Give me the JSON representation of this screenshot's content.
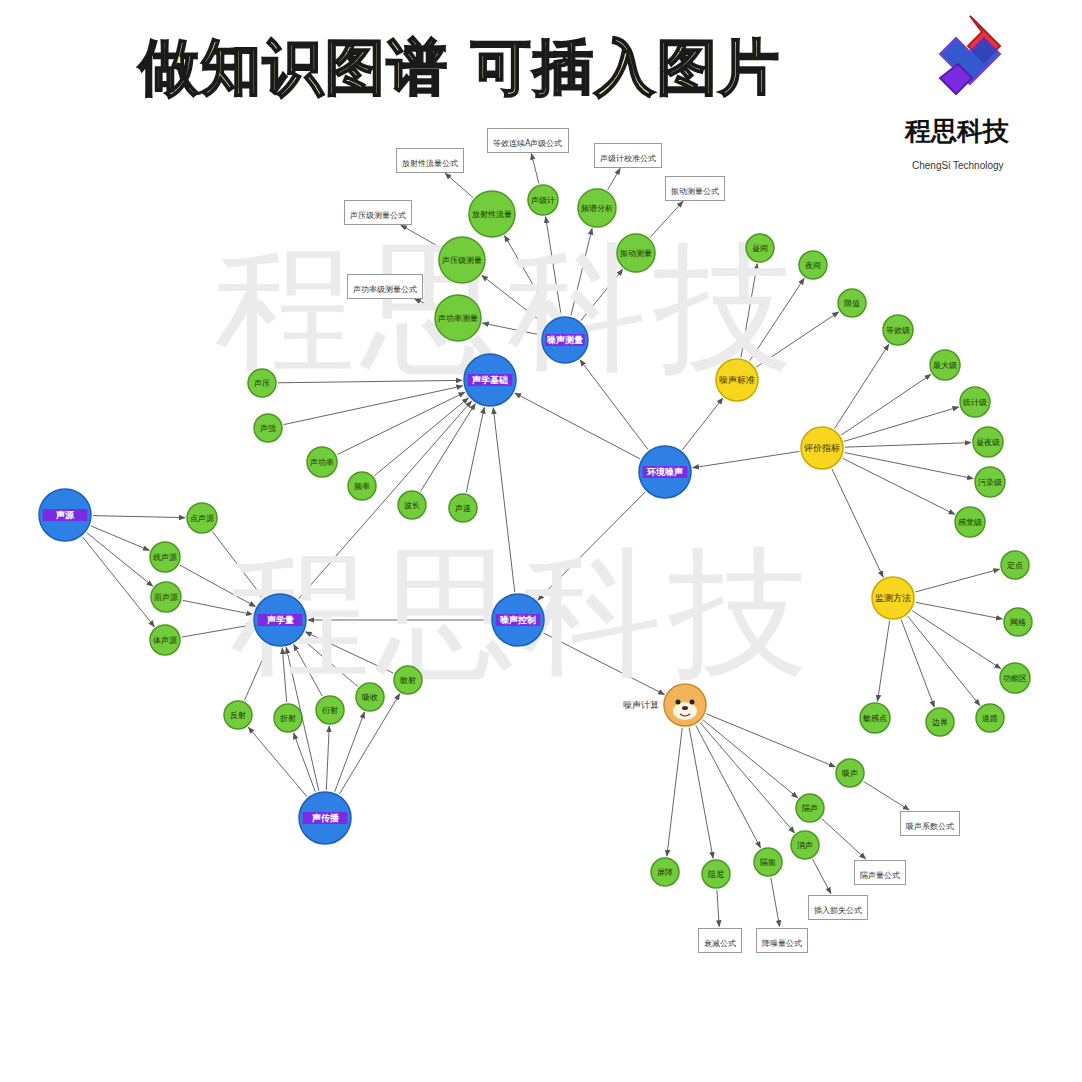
{
  "diagram": {
    "title": "做知识图谱 可插入图片",
    "nodes": [
      {
        "text": [
          "声学基础"
        ]
      },
      {
        "text": [
          "噪声测量"
        ]
      },
      {
        "text": [
          "环境噪声"
        ]
      },
      {
        "text": [
          "噪声控制"
        ]
      },
      {
        "text": [
          "声学量"
        ]
      },
      {
        "text": [
          "声源"
        ]
      },
      {
        "text": [
          "声传播"
        ]
      },
      {
        "text": [
          "噪声标准"
        ]
      },
      {
        "text": [
          "评价指标"
        ]
      },
      {
        "text": [
          "监测方法"
        ]
      },
      {
        "text": [
          "噪声计算"
        ]
      },
      {
        "text": [
          "声功率测量"
        ]
      },
      {
        "text": [
          "声压级测量"
        ]
      },
      {
        "text": [
          "放射性流量"
        ]
      },
      {
        "text": [
          "声级计"
        ]
      },
      {
        "text": [
          "频谱分析"
        ]
      },
      {
        "text": [
          "振动测量"
        ]
      },
      {
        "text": [
          "声功率级测量公式"
        ]
      },
      {
        "text": [
          "声压级测量公式"
        ]
      },
      {
        "text": [
          "放射性流量公式"
        ]
      },
      {
        "text": [
          "等效连续A声级公式"
        ]
      },
      {
        "text": [
          "声级计校准公式"
        ]
      },
      {
        "text": [
          "振动测量公式"
        ]
      },
      {
        "text": [
          "昼间"
        ]
      },
      {
        "text": [
          "夜间"
        ]
      },
      {
        "text": [
          "限值"
        ]
      },
      {
        "text": [
          "等效级"
        ]
      },
      {
        "text": [
          "最大级"
        ]
      },
      {
        "text": [
          "统计级"
        ]
      },
      {
        "text": [
          "昼夜级"
        ]
      },
      {
        "text": [
          "污染级"
        ]
      },
      {
        "text": [
          "感觉级"
        ]
      },
      {
        "text": [
          "定点"
        ]
      },
      {
        "text": [
          "网格"
        ]
      },
      {
        "text": [
          "功能区"
        ]
      },
      {
        "text": [
          "道路"
        ]
      },
      {
        "text": [
          "边界"
        ]
      },
      {
        "text": [
          "敏感点"
        ]
      },
      {
        "text": [
          "声压"
        ]
      },
      {
        "text": [
          "声强"
        ]
      },
      {
        "text": [
          "声功率"
        ]
      },
      {
        "text": [
          "频率"
        ]
      },
      {
        "text": [
          "波长"
        ]
      },
      {
        "text": [
          "声速"
        ]
      },
      {
        "text": [
          "点声源"
        ]
      },
      {
        "text": [
          "线声源"
        ]
      },
      {
        "text": [
          "面声源"
        ]
      },
      {
        "text": [
          "体声源"
        ]
      },
      {
        "text": [
          "反射"
        ]
      },
      {
        "text": [
          "折射"
        ]
      },
      {
        "text": [
          "衍射"
        ]
      },
      {
        "text": [
          "吸收"
        ]
      },
      {
        "text": [
          "散射"
        ]
      },
      {
        "text": [
          "吸声"
        ]
      },
      {
        "text": [
          "隔声"
        ]
      },
      {
        "text": [
          "消声"
        ]
      },
      {
        "text": [
          "隔振"
        ]
      },
      {
        "text": [
          "阻尼"
        ]
      },
      {
        "text": [
          "屏障"
        ]
      },
      {
        "text": [
          "吸声系数公式"
        ]
      },
      {
        "text": [
          "隔声量公式"
        ]
      },
      {
        "text": [
          "插入损失公式"
        ]
      },
      {
        "text": [
          "降噪量公式"
        ]
      },
      {
        "text": [
          "衰减公式"
        ]
      }
    ],
    "edges": [
      {
        "from": 1,
        "to": 11,
        "arrow": "to"
      },
      {
        "from": 1,
        "to": 12,
        "arrow": "to"
      },
      {
        "from": 1,
        "to": 13,
        "arrow": "to"
      },
      {
        "from": 1,
        "to": 14,
        "arrow": "to"
      },
      {
        "from": 1,
        "to": 15,
        "arrow": "to"
      },
      {
        "from": 1,
        "to": 16,
        "arrow": "to"
      },
      {
        "from": 11,
        "to": 17,
        "arrow": "to"
      },
      {
        "from": 12,
        "to": 18,
        "arrow": "to"
      },
      {
        "from": 13,
        "to": 19,
        "arrow": "to"
      },
      {
        "from": 14,
        "to": 20,
        "arrow": "to"
      },
      {
        "from": 15,
        "to": 21,
        "arrow": "to"
      },
      {
        "from": 16,
        "to": 22,
        "arrow": "to"
      },
      {
        "from": 2,
        "to": 1,
        "arrow": "to"
      },
      {
        "from": 2,
        "to": 0,
        "arrow": "to"
      },
      {
        "from": 2,
        "to": 7,
        "arrow": "to"
      },
      {
        "from": 8,
        "to": 2,
        "arrow": "to"
      },
      {
        "from": 8,
        "to": 9,
        "arrow": "to"
      },
      {
        "from": 7,
        "to": 23,
        "arrow": "to"
      },
      {
        "from": 7,
        "to": 24,
        "arrow": "to"
      },
      {
        "from": 7,
        "to": 25,
        "arrow": "to"
      },
      {
        "from": 8,
        "to": 26,
        "arrow": "to"
      },
      {
        "from": 8,
        "to": 27,
        "arrow": "to"
      },
      {
        "from": 8,
        "to": 28,
        "arrow": "to"
      },
      {
        "from": 8,
        "to": 29,
        "arrow": "to"
      },
      {
        "from": 8,
        "to": 30,
        "arrow": "to"
      },
      {
        "from": 8,
        "to": 31,
        "arrow": "to"
      },
      {
        "from": 9,
        "to": 32,
        "arrow": "to"
      },
      {
        "from": 9,
        "to": 33,
        "arrow": "to"
      },
      {
        "from": 9,
        "to": 34,
        "arrow": "to"
      },
      {
        "from": 9,
        "to": 35,
        "arrow": "to"
      },
      {
        "from": 9,
        "to": 36,
        "arrow": "to"
      },
      {
        "from": 9,
        "to": 37,
        "arrow": "to"
      },
      {
        "from": 2,
        "to": 3,
        "arrow": "to"
      },
      {
        "from": 3,
        "to": 0,
        "arrow": "to"
      },
      {
        "from": 3,
        "to": 4,
        "arrow": "to"
      },
      {
        "from": 3,
        "to": 10,
        "arrow": "to"
      },
      {
        "from": 38,
        "to": 0,
        "arrow": "to"
      },
      {
        "from": 39,
        "to": 0,
        "arrow": "to"
      },
      {
        "from": 40,
        "to": 0,
        "arrow": "to"
      },
      {
        "from": 41,
        "to": 0,
        "arrow": "to"
      },
      {
        "from": 42,
        "to": 0,
        "arrow": "to"
      },
      {
        "from": 43,
        "to": 0,
        "arrow": "to"
      },
      {
        "from": 4,
        "to": 0,
        "arrow": "to"
      },
      {
        "from": 5,
        "to": 44,
        "arrow": "to"
      },
      {
        "from": 5,
        "to": 45,
        "arrow": "to"
      },
      {
        "from": 5,
        "to": 46,
        "arrow": "to"
      },
      {
        "from": 5,
        "to": 47,
        "arrow": "to"
      },
      {
        "from": 44,
        "to": 4,
        "arrow": "to"
      },
      {
        "from": 45,
        "to": 4,
        "arrow": "to"
      },
      {
        "from": 46,
        "to": 4,
        "arrow": "to"
      },
      {
        "from": 47,
        "to": 4,
        "arrow": "to"
      },
      {
        "from": 6,
        "to": 48,
        "arrow": "to"
      },
      {
        "from": 6,
        "to": 49,
        "arrow": "to"
      },
      {
        "from": 6,
        "to": 50,
        "arrow": "to"
      },
      {
        "from": 6,
        "to": 51,
        "arrow": "to"
      },
      {
        "from": 6,
        "to": 52,
        "arrow": "to"
      },
      {
        "from": 6,
        "to": 4,
        "arrow": "to"
      },
      {
        "from": 48,
        "to": 4,
        "arrow": "to"
      },
      {
        "from": 49,
        "to": 4,
        "arrow": "to"
      },
      {
        "from": 50,
        "to": 4,
        "arrow": "to"
      },
      {
        "from": 51,
        "to": 4,
        "arrow": "to"
      },
      {
        "from": 52,
        "to": 4,
        "arrow": "to"
      },
      {
        "from": 10,
        "to": 53,
        "arrow": "to"
      },
      {
        "from": 10,
        "to": 54,
        "arrow": "to"
      },
      {
        "from": 10,
        "to": 55,
        "arrow": "to"
      },
      {
        "from": 10,
        "to": 56,
        "arrow": "to"
      },
      {
        "from": 10,
        "to": 57,
        "arrow": "to"
      },
      {
        "from": 10,
        "to": 58,
        "arrow": "to"
      },
      {
        "from": 53,
        "to": 59,
        "arrow": "to"
      },
      {
        "from": 54,
        "to": 60,
        "arrow": "to"
      },
      {
        "from": 55,
        "to": 61,
        "arrow": "to"
      },
      {
        "from": 56,
        "to": 62,
        "arrow": "to"
      },
      {
        "from": 57,
        "to": 63,
        "arrow": "to"
      }
    ],
    "labels": [
      "程思科技",
      "ChengSi Technology",
      "程思科技",
      "程思科技"
    ]
  }
}
